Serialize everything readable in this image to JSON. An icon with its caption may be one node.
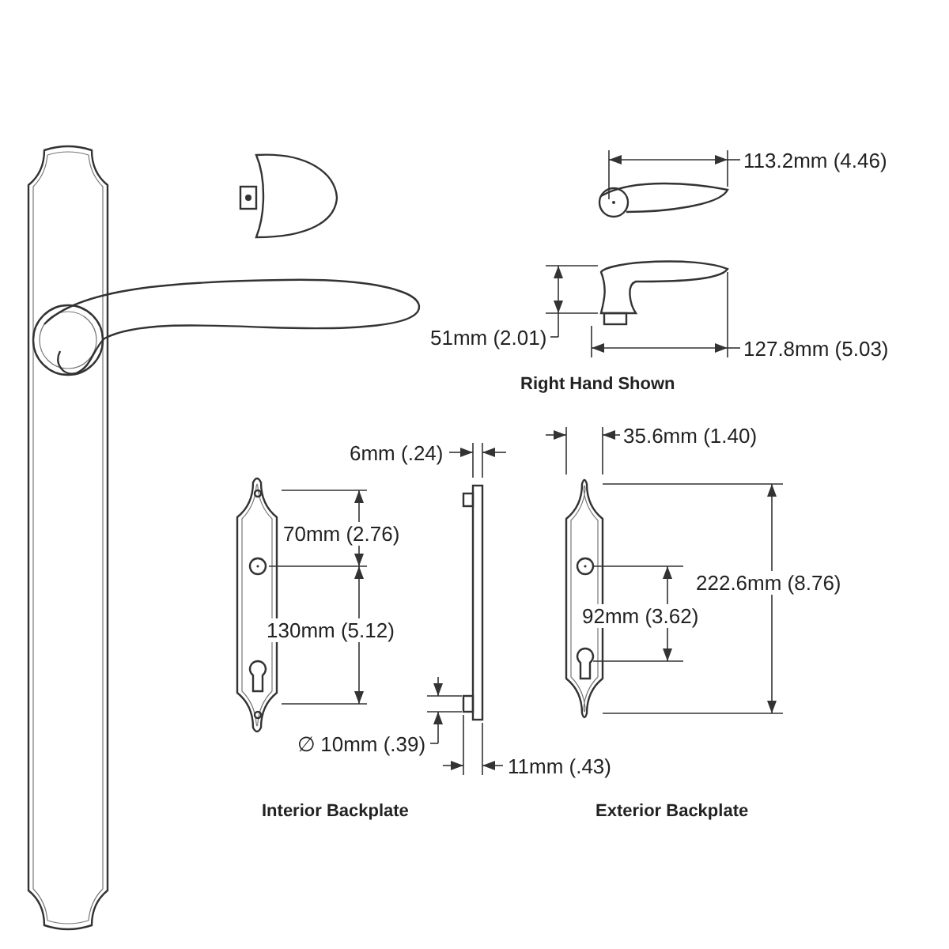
{
  "diagram": {
    "labels": [
      "113.2mm (4.46)",
      "51mm (2.01)",
      "127.8mm (5.03)",
      "Right Hand Shown",
      "6mm (.24)",
      "35.6mm (1.40)",
      "70mm (2.76)",
      "222.6mm (8.76)",
      "92mm (3.62)",
      "130mm (5.12)",
      "∅ 10mm (.39)",
      "11mm (.43)",
      "Interior Backplate",
      "Exterior Backplate"
    ]
  }
}
